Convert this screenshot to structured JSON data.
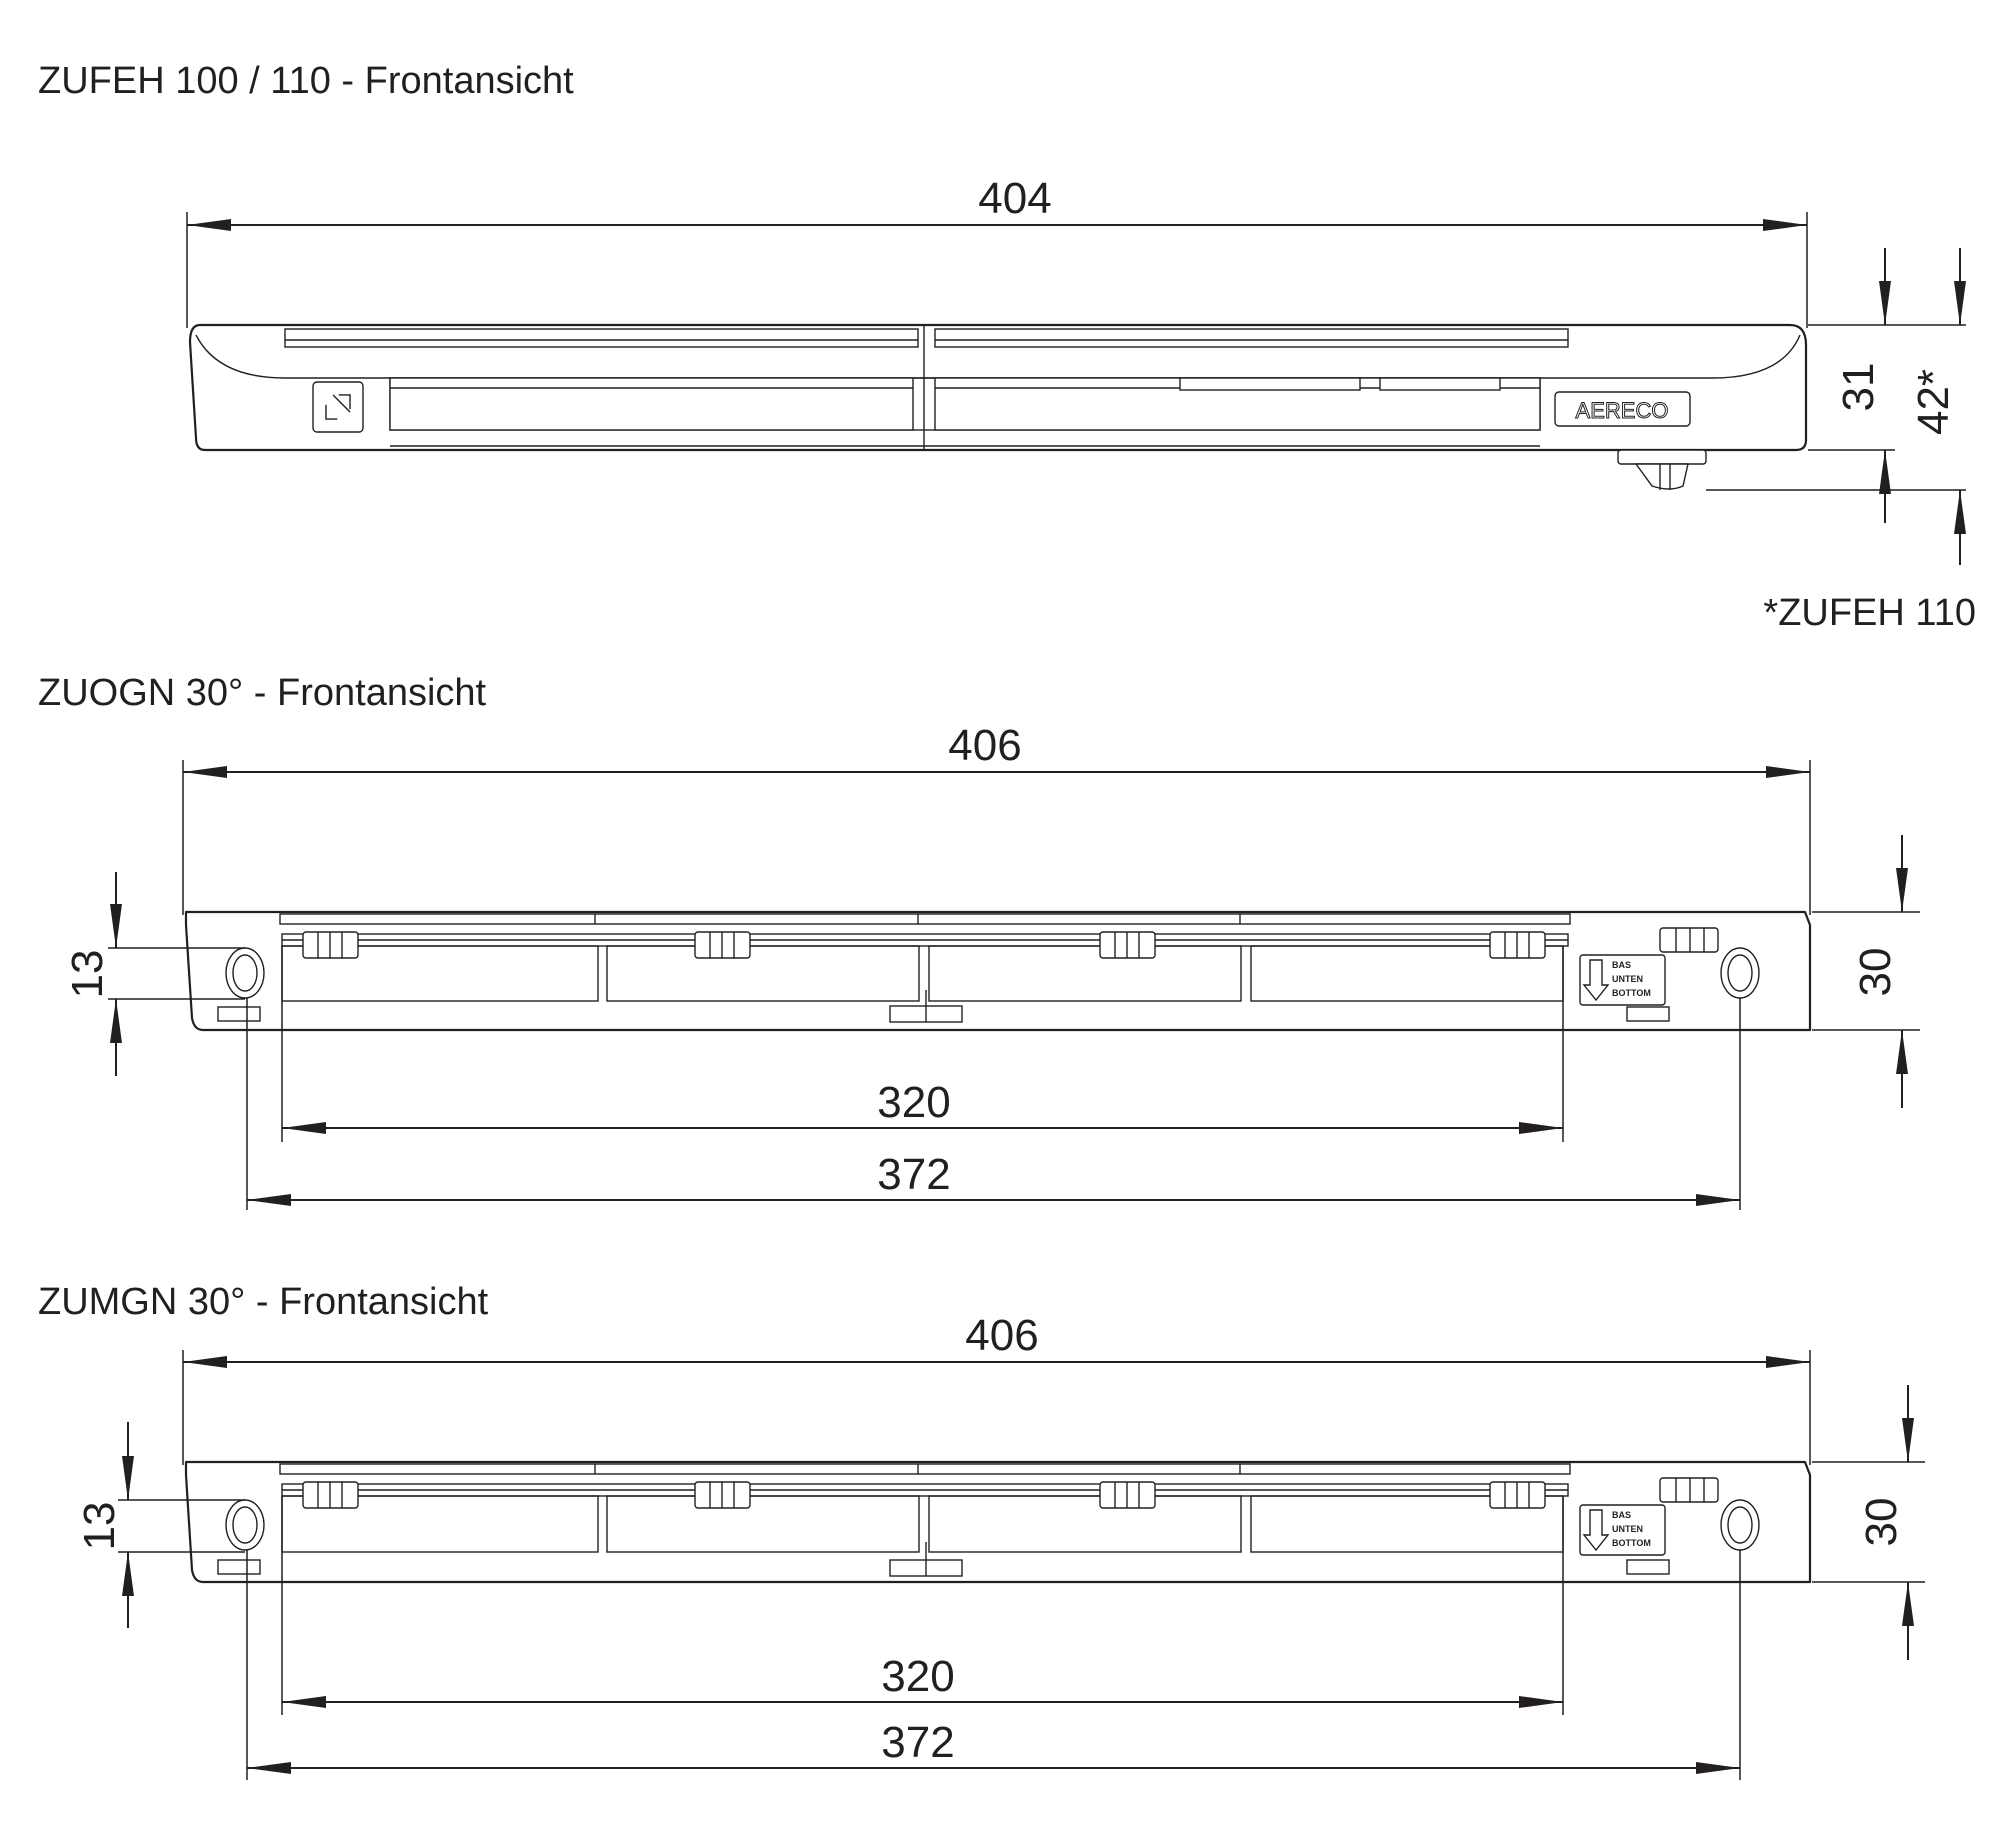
{
  "views": [
    {
      "title": "ZUFEH 100 / 110 - Frontansicht",
      "width_dim": "404",
      "height_dim": "31",
      "height_dim_alt": "42*",
      "note": "*ZUFEH 110",
      "logo_text": "AERECO"
    },
    {
      "title": "ZUOGN 30° - Frontansicht",
      "width_dim": "406",
      "height_dim": "30",
      "hole_height_dim": "13",
      "inner_dim": "320",
      "hole_spacing_dim": "372",
      "label_lines": [
        "BAS",
        "UNTEN",
        "BOTTOM"
      ]
    },
    {
      "title": "ZUMGN 30° - Frontansicht",
      "width_dim": "406",
      "height_dim": "30",
      "hole_height_dim": "13",
      "inner_dim": "320",
      "hole_spacing_dim": "372",
      "label_lines": [
        "BAS",
        "UNTEN",
        "BOTTOM"
      ]
    }
  ]
}
